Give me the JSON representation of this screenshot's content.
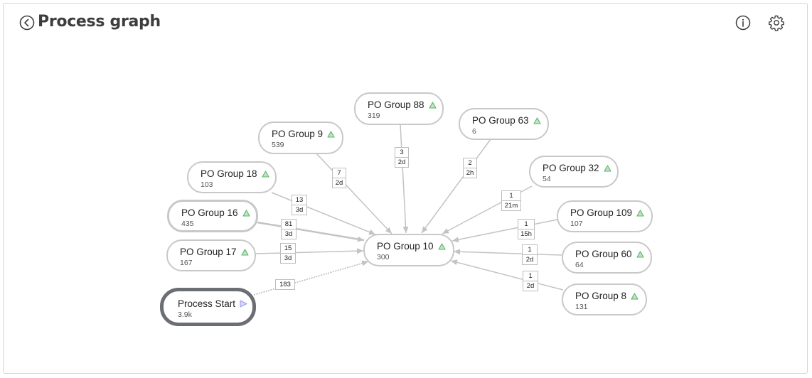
{
  "header": {
    "title": "Process graph"
  },
  "icons": {
    "back": "chevron-left-circle-icon",
    "info": "info-icon",
    "settings": "gear-icon"
  },
  "colors": {
    "triangle": "#5bb36a",
    "start_arrow": "#9a9ee8",
    "edge": "#c3c3c3"
  },
  "graph": {
    "center": {
      "title": "PO Group 10",
      "count": "300"
    },
    "start": {
      "title": "Process Start",
      "count": "3.9k",
      "edge_label": "183"
    },
    "nodes": [
      {
        "id": "g88",
        "title": "PO Group 88",
        "count": "319",
        "edge": [
          "3",
          "2d"
        ]
      },
      {
        "id": "g63",
        "title": "PO Group 63",
        "count": "6",
        "edge": [
          "2",
          "2h"
        ]
      },
      {
        "id": "g9",
        "title": "PO Group 9",
        "count": "539",
        "edge": [
          "7",
          "2d"
        ]
      },
      {
        "id": "g32",
        "title": "PO Group 32",
        "count": "54",
        "edge": [
          "1",
          "21m"
        ]
      },
      {
        "id": "g18",
        "title": "PO Group 18",
        "count": "103",
        "edge": [
          "13",
          "3d"
        ]
      },
      {
        "id": "g16",
        "title": "PO Group 16",
        "count": "435",
        "edge": [
          "81",
          "3d"
        ]
      },
      {
        "id": "g109",
        "title": "PO Group 109",
        "count": "107",
        "edge": [
          "1",
          "15h"
        ]
      },
      {
        "id": "g17",
        "title": "PO Group 17",
        "count": "167",
        "edge": [
          "15",
          "3d"
        ]
      },
      {
        "id": "g60",
        "title": "PO Group 60",
        "count": "64",
        "edge": [
          "1",
          "2d"
        ]
      },
      {
        "id": "g8",
        "title": "PO Group 8",
        "count": "131",
        "edge": [
          "1",
          "2d"
        ]
      }
    ]
  }
}
